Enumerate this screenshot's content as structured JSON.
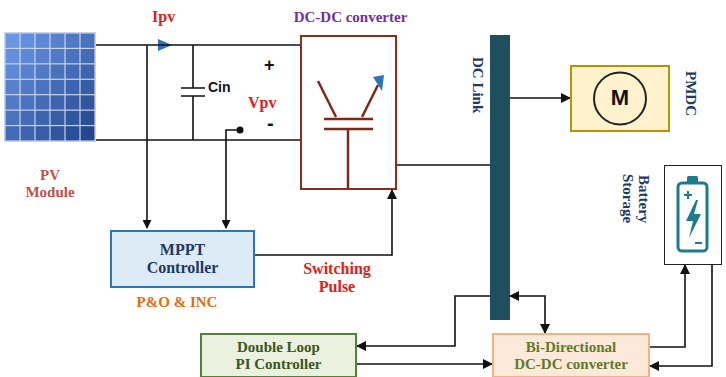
{
  "diagram": {
    "nodes": [
      {
        "text": [
          "PV Module"
        ]
      },
      {
        "text": [
          "DC-DC converter"
        ]
      },
      {
        "text": [
          "DC Link"
        ]
      },
      {
        "text": [
          "M",
          "PMDC"
        ]
      },
      {
        "text": [
          "MPPT Controller",
          "P&O & INC"
        ]
      },
      {
        "text": [
          "Battery Storage"
        ]
      },
      {
        "text": [
          "Double Loop PI Controller"
        ]
      },
      {
        "text": [
          "Bi-Directional DC-DC converter"
        ]
      }
    ],
    "edges": [
      {
        "from": 0,
        "to": 1,
        "arrow": "none"
      },
      {
        "from": 4,
        "to": 1,
        "arrow": "to",
        "label": "Switching Pulse"
      },
      {
        "from": 1,
        "to": 2,
        "arrow": "none"
      },
      {
        "from": 2,
        "to": 3,
        "arrow": "to"
      },
      {
        "from": 2,
        "to": 7,
        "arrow": "both"
      },
      {
        "from": 2,
        "to": 6,
        "arrow": "to"
      },
      {
        "from": 6,
        "to": 7,
        "arrow": "to"
      },
      {
        "from": 7,
        "to": 5,
        "arrow": "to"
      },
      {
        "from": 5,
        "to": 7,
        "arrow": "to"
      }
    ],
    "labels": [
      "Ipv",
      "Cin",
      "+",
      "Vpv",
      "-"
    ]
  }
}
